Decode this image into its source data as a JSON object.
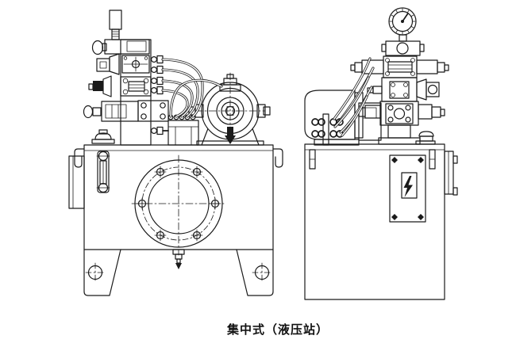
{
  "colors": {
    "background": "#ffffff",
    "ink": "#1a1a1a"
  },
  "caption": {
    "text": "集中式（液压站）"
  },
  "drawing": {
    "type": "engineering-line-drawing",
    "views": {
      "front_view": [
        "valve-stack",
        "solenoid-valves",
        "relief-filter",
        "hose-bundle",
        "motor-end-view",
        "breather-cap",
        "oil-level-gauge",
        "cleanout-cover",
        "drain-plug",
        "mounting-feet",
        "lifting-hooks",
        "reservoir-tank"
      ],
      "side_view": [
        "pressure-gauge",
        "valve-stack",
        "solenoid-coils",
        "electric-motor",
        "pump-bracket",
        "hose-clamps",
        "hose-bundle",
        "electrical-panel",
        "lightning-bolt-icon",
        "breather-dome",
        "reservoir-tank"
      ]
    }
  }
}
